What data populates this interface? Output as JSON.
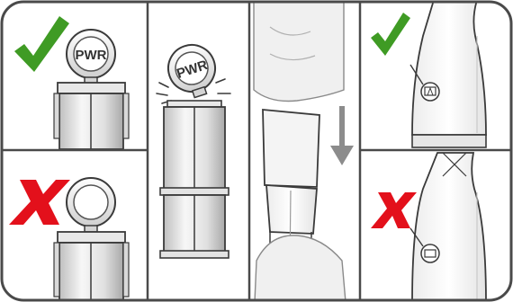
{
  "labels": {
    "cap_text_top": "PWR",
    "cap_text_middle": "PWR"
  },
  "marks": {
    "correct": {
      "icon": "check-mark-icon",
      "color": "#3f9b24"
    },
    "incorrect": {
      "icon": "x-mark-icon",
      "color": "#e3101b"
    }
  },
  "panels": [
    {
      "id": "cap-aligned",
      "status": "correct"
    },
    {
      "id": "cap-misaligned",
      "status": "incorrect"
    },
    {
      "id": "cap-pops-off-cartridge"
    },
    {
      "id": "push-down-motion"
    },
    {
      "id": "brush-window-correct",
      "status": "correct"
    },
    {
      "id": "brush-window-incorrect",
      "status": "incorrect"
    }
  ],
  "colors": {
    "stroke": "#3a3a3a",
    "fill_light": "#f2f2f2",
    "fill_mid": "#d9d9d9",
    "fill_dark": "#bdbdbd"
  }
}
